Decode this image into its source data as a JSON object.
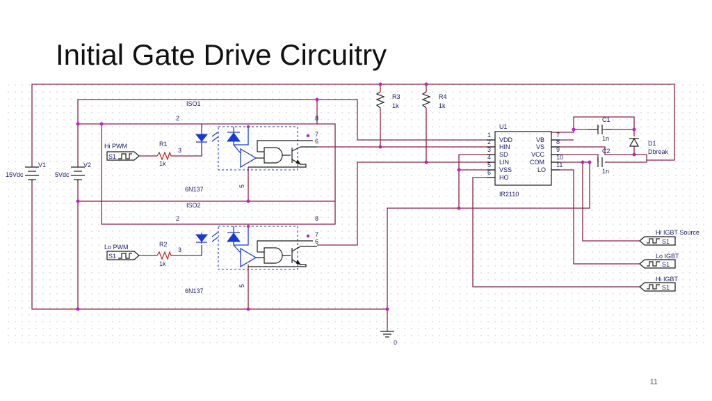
{
  "slide": {
    "title": "Initial Gate Drive Circuitry",
    "page_number": "11"
  },
  "schematic": {
    "sources": {
      "v1": {
        "name": "V1",
        "value": "15Vdc"
      },
      "v2": {
        "name": "V2",
        "value": "5Vdc"
      }
    },
    "inputs": {
      "hi_pwm": {
        "label": "Hi PWM",
        "tag": "S1"
      },
      "lo_pwm": {
        "label": "Lo PWM",
        "tag": "S1"
      }
    },
    "resistors": {
      "r1": {
        "name": "R1",
        "value": "1k"
      },
      "r2": {
        "name": "R2",
        "value": "1k"
      },
      "r3": {
        "name": "R3",
        "value": "1k"
      },
      "r4": {
        "name": "R4",
        "value": "1k"
      }
    },
    "optocouplers": {
      "iso1": {
        "name": "ISO1",
        "part": "6N137",
        "pin2": "2",
        "pin3": "3",
        "pin5": "5",
        "pin6": "6",
        "pin7": "7",
        "pin8": "8"
      },
      "iso2": {
        "name": "ISO2",
        "part": "6N137",
        "pin2": "2",
        "pin3": "3",
        "pin5": "5",
        "pin6": "6",
        "pin7": "7",
        "pin8": "8"
      }
    },
    "driver": {
      "ref": "U1",
      "part": "IR2110",
      "left_pins": [
        {
          "num": "1",
          "name": "VDD"
        },
        {
          "num": "2",
          "name": "HIN"
        },
        {
          "num": "3",
          "name": "SD"
        },
        {
          "num": "4",
          "name": "LIN"
        },
        {
          "num": "5",
          "name": "VSS"
        },
        {
          "num": "6",
          "name": "HO"
        }
      ],
      "right_pins": [
        {
          "num": "7",
          "name": "VB"
        },
        {
          "num": "8",
          "name": "VS"
        },
        {
          "num": "9",
          "name": "VCC"
        },
        {
          "num": "10",
          "name": "COM"
        },
        {
          "num": "11",
          "name": "LO"
        }
      ]
    },
    "capacitors": {
      "c1": {
        "name": "C1",
        "value": "1n"
      },
      "c2": {
        "name": "C2",
        "value": "1n"
      }
    },
    "diode": {
      "name": "D1",
      "part": "Dbreak"
    },
    "outputs": {
      "hi_source": {
        "label": "Hi IGBT Source",
        "tag": "S1"
      },
      "lo_igbt": {
        "label": "Lo IGBT",
        "tag": "S1"
      },
      "hi_igbt": {
        "label": "Hi IGBT",
        "tag": "S1"
      }
    },
    "ground": {
      "label": "0"
    }
  }
}
